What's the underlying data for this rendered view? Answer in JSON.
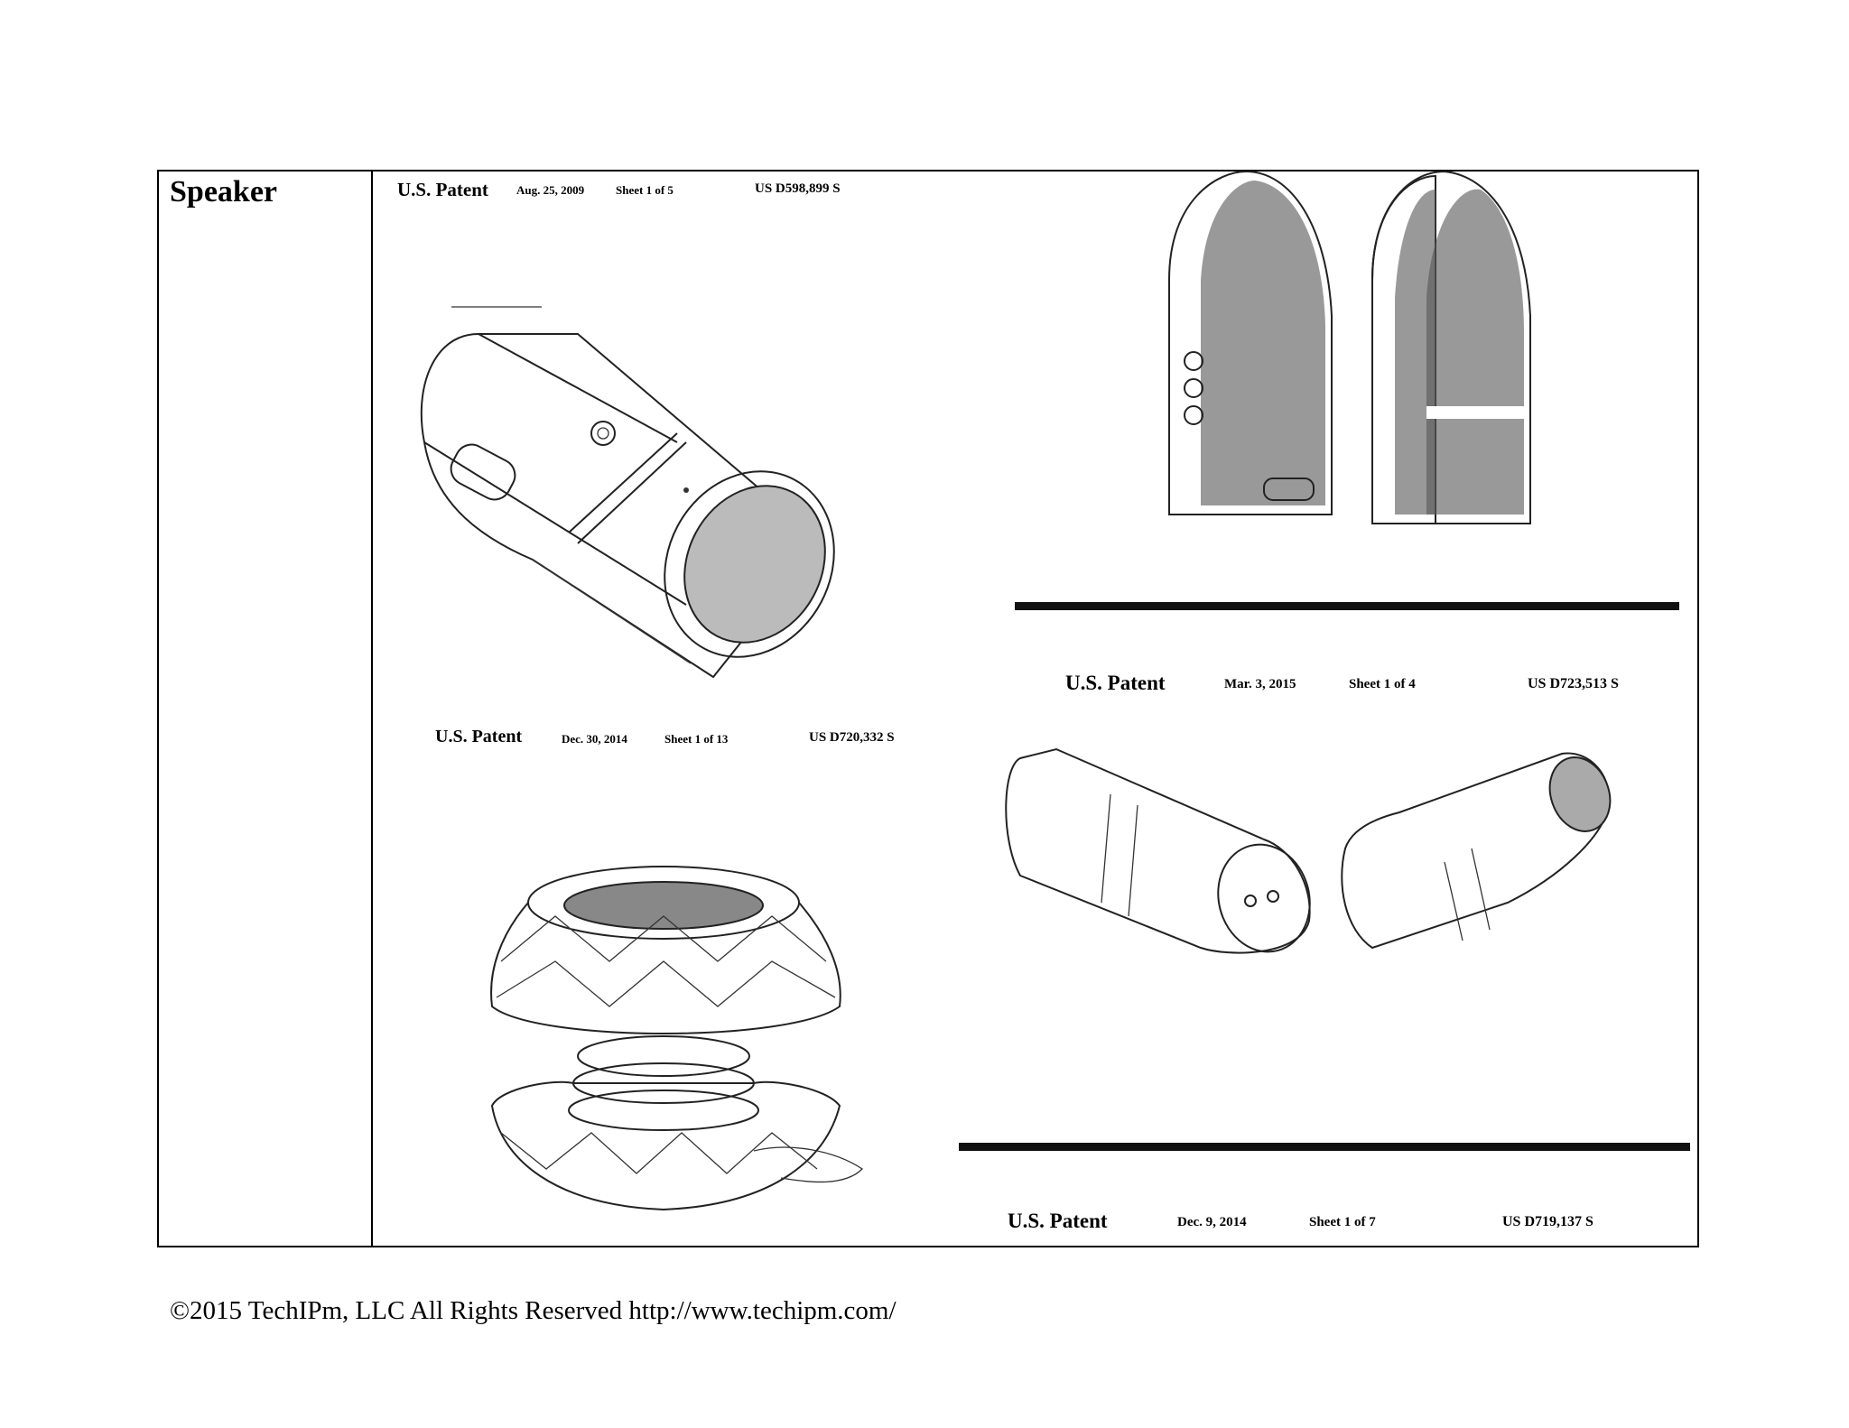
{
  "row_label": "Speaker",
  "patents": [
    {
      "title": "U.S. Patent",
      "date": "Aug. 25, 2009",
      "sheet": "Sheet 1 of 5",
      "number": "US D598,899 S"
    },
    {
      "title": "U.S. Patent",
      "date": "Dec. 30, 2014",
      "sheet": "Sheet 1 of 13",
      "number": "US D720,332 S"
    },
    {
      "title": "U.S. Patent",
      "date": "Mar. 3, 2015",
      "sheet": "Sheet 1 of 4",
      "number": "US D723,513 S"
    },
    {
      "title": "U.S. Patent",
      "date": "Dec. 9, 2014",
      "sheet": "Sheet 1 of 7",
      "number": "US D719,137 S"
    }
  ],
  "footer": "©2015 TechIPm, LLC All Rights Reserved http://www.techipm.com/"
}
